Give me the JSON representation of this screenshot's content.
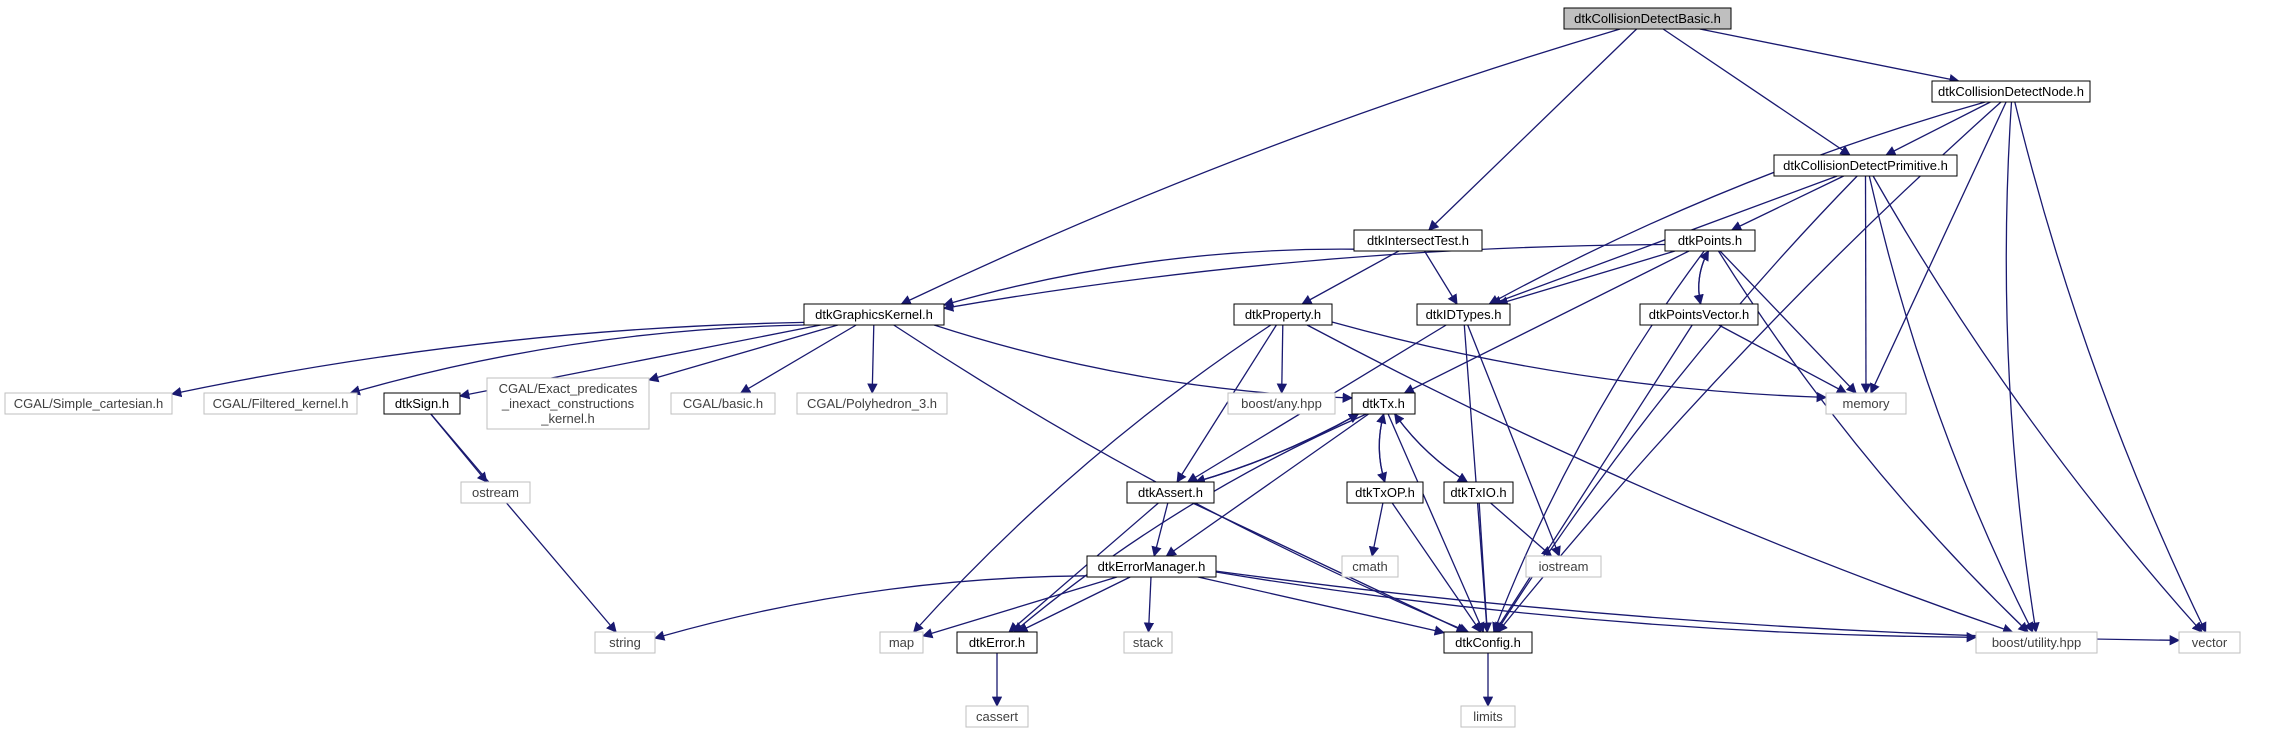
{
  "nodes": [
    {
      "id": "dtkCollisionDetectBasic",
      "label": "dtkCollisionDetectBasic.h",
      "kind": "root"
    },
    {
      "id": "dtkCollisionDetectNode",
      "label": "dtkCollisionDetectNode.h",
      "kind": "file"
    },
    {
      "id": "dtkCollisionDetectPrimitive",
      "label": "dtkCollisionDetectPrimitive.h",
      "kind": "file"
    },
    {
      "id": "dtkIntersectTest",
      "label": "dtkIntersectTest.h",
      "kind": "file"
    },
    {
      "id": "dtkPoints",
      "label": "dtkPoints.h",
      "kind": "file"
    },
    {
      "id": "dtkGraphicsKernel",
      "label": "dtkGraphicsKernel.h",
      "kind": "file"
    },
    {
      "id": "dtkProperty",
      "label": "dtkProperty.h",
      "kind": "file"
    },
    {
      "id": "dtkIDTypes",
      "label": "dtkIDTypes.h",
      "kind": "file"
    },
    {
      "id": "dtkPointsVector",
      "label": "dtkPointsVector.h",
      "kind": "file"
    },
    {
      "id": "cgal_simple_cartesian",
      "label": "CGAL/Simple_cartesian.h",
      "kind": "external"
    },
    {
      "id": "cgal_filtered_kernel",
      "label": "CGAL/Filtered_kernel.h",
      "kind": "external"
    },
    {
      "id": "dtkSign",
      "label": "dtkSign.h",
      "kind": "file"
    },
    {
      "id": "cgal_exact",
      "label": [
        "CGAL/Exact_predicates",
        "_inexact_constructions",
        "_kernel.h"
      ],
      "kind": "external"
    },
    {
      "id": "cgal_basic",
      "label": "CGAL/basic.h",
      "kind": "external"
    },
    {
      "id": "cgal_polyhedron",
      "label": "CGAL/Polyhedron_3.h",
      "kind": "external"
    },
    {
      "id": "boost_any",
      "label": "boost/any.hpp",
      "kind": "external"
    },
    {
      "id": "dtkTx",
      "label": "dtkTx.h",
      "kind": "file"
    },
    {
      "id": "memory",
      "label": "memory",
      "kind": "external"
    },
    {
      "id": "ostream",
      "label": "ostream",
      "kind": "external"
    },
    {
      "id": "dtkAssert",
      "label": "dtkAssert.h",
      "kind": "file"
    },
    {
      "id": "dtkTxOP",
      "label": "dtkTxOP.h",
      "kind": "file"
    },
    {
      "id": "dtkTxIO",
      "label": "dtkTxIO.h",
      "kind": "file"
    },
    {
      "id": "cmath",
      "label": "cmath",
      "kind": "external"
    },
    {
      "id": "dtkErrorManager",
      "label": "dtkErrorManager.h",
      "kind": "file"
    },
    {
      "id": "iostream",
      "label": "iostream",
      "kind": "external"
    },
    {
      "id": "string",
      "label": "string",
      "kind": "external"
    },
    {
      "id": "map",
      "label": "map",
      "kind": "external"
    },
    {
      "id": "dtkError",
      "label": "dtkError.h",
      "kind": "file"
    },
    {
      "id": "stack",
      "label": "stack",
      "kind": "external"
    },
    {
      "id": "dtkConfig",
      "label": "dtkConfig.h",
      "kind": "file"
    },
    {
      "id": "boost_utility",
      "label": "boost/utility.hpp",
      "kind": "external"
    },
    {
      "id": "vector",
      "label": "vector",
      "kind": "external"
    },
    {
      "id": "cassert",
      "label": "cassert",
      "kind": "external"
    },
    {
      "id": "limits",
      "label": "limits",
      "kind": "external"
    }
  ],
  "edges": [
    [
      "dtkCollisionDetectBasic",
      "dtkCollisionDetectNode"
    ],
    [
      "dtkCollisionDetectBasic",
      "dtkCollisionDetectPrimitive"
    ],
    [
      "dtkCollisionDetectBasic",
      "dtkIntersectTest"
    ],
    [
      "dtkCollisionDetectBasic",
      "dtkGraphicsKernel"
    ],
    [
      "dtkCollisionDetectNode",
      "dtkCollisionDetectPrimitive"
    ],
    [
      "dtkCollisionDetectNode",
      "dtkIDTypes"
    ],
    [
      "dtkCollisionDetectNode",
      "memory"
    ],
    [
      "dtkCollisionDetectNode",
      "dtkConfig"
    ],
    [
      "dtkCollisionDetectNode",
      "boost_utility"
    ],
    [
      "dtkCollisionDetectNode",
      "vector"
    ],
    [
      "dtkCollisionDetectPrimitive",
      "dtkPoints"
    ],
    [
      "dtkCollisionDetectPrimitive",
      "dtkIDTypes"
    ],
    [
      "dtkCollisionDetectPrimitive",
      "memory"
    ],
    [
      "dtkCollisionDetectPrimitive",
      "dtkConfig"
    ],
    [
      "dtkCollisionDetectPrimitive",
      "boost_utility"
    ],
    [
      "dtkCollisionDetectPrimitive",
      "vector"
    ],
    [
      "dtkIntersectTest",
      "dtkGraphicsKernel"
    ],
    [
      "dtkIntersectTest",
      "dtkProperty"
    ],
    [
      "dtkIntersectTest",
      "dtkIDTypes"
    ],
    [
      "dtkPoints",
      "dtkGraphicsKernel"
    ],
    [
      "dtkPoints",
      "dtkIDTypes"
    ],
    [
      "dtkPoints",
      "dtkPointsVector"
    ],
    [
      "dtkPoints",
      "dtkTx"
    ],
    [
      "dtkPoints",
      "memory"
    ],
    [
      "dtkPoints",
      "dtkConfig"
    ],
    [
      "dtkPoints",
      "boost_utility"
    ],
    [
      "dtkPointsVector",
      "dtkPoints"
    ],
    [
      "dtkPointsVector",
      "memory"
    ],
    [
      "dtkPointsVector",
      "dtkConfig"
    ],
    [
      "dtkGraphicsKernel",
      "cgal_simple_cartesian"
    ],
    [
      "dtkGraphicsKernel",
      "cgal_filtered_kernel"
    ],
    [
      "dtkGraphicsKernel",
      "dtkSign"
    ],
    [
      "dtkGraphicsKernel",
      "cgal_exact"
    ],
    [
      "dtkGraphicsKernel",
      "cgal_basic"
    ],
    [
      "dtkGraphicsKernel",
      "cgal_polyhedron"
    ],
    [
      "dtkGraphicsKernel",
      "dtkTx"
    ],
    [
      "dtkGraphicsKernel",
      "dtkConfig"
    ],
    [
      "dtkProperty",
      "boost_any"
    ],
    [
      "dtkProperty",
      "memory"
    ],
    [
      "dtkProperty",
      "dtkAssert"
    ],
    [
      "dtkProperty",
      "map"
    ],
    [
      "dtkProperty",
      "boost_utility"
    ],
    [
      "dtkIDTypes",
      "dtkAssert"
    ],
    [
      "dtkIDTypes",
      "iostream"
    ],
    [
      "dtkIDTypes",
      "dtkConfig"
    ],
    [
      "dtkSign",
      "ostream"
    ],
    [
      "dtkSign",
      "string"
    ],
    [
      "dtkTx",
      "dtkTxOP"
    ],
    [
      "dtkTx",
      "dtkTxIO"
    ],
    [
      "dtkTx",
      "dtkAssert"
    ],
    [
      "dtkTx",
      "dtkErrorManager"
    ],
    [
      "dtkTx",
      "dtkError"
    ],
    [
      "dtkTx",
      "dtkConfig"
    ],
    [
      "dtkTxOP",
      "dtkTx"
    ],
    [
      "dtkTxOP",
      "cmath"
    ],
    [
      "dtkTxOP",
      "dtkConfig"
    ],
    [
      "dtkTxIO",
      "dtkTx"
    ],
    [
      "dtkTxIO",
      "iostream"
    ],
    [
      "dtkTxIO",
      "dtkConfig"
    ],
    [
      "dtkAssert",
      "dtkTx"
    ],
    [
      "dtkAssert",
      "dtkErrorManager"
    ],
    [
      "dtkAssert",
      "dtkError"
    ],
    [
      "dtkAssert",
      "dtkConfig"
    ],
    [
      "dtkErrorManager",
      "string"
    ],
    [
      "dtkErrorManager",
      "map"
    ],
    [
      "dtkErrorManager",
      "dtkError"
    ],
    [
      "dtkErrorManager",
      "stack"
    ],
    [
      "dtkErrorManager",
      "dtkConfig"
    ],
    [
      "dtkErrorManager",
      "boost_utility"
    ],
    [
      "dtkErrorManager",
      "vector"
    ],
    [
      "dtkError",
      "cassert"
    ],
    [
      "dtkConfig",
      "limits"
    ]
  ],
  "colors": {
    "edge": "#191970",
    "file_border": "#000000",
    "external_border": "#bfbfbf",
    "external_text": "#404040",
    "root_fill": "#bfbfbf",
    "text": "#000000"
  }
}
